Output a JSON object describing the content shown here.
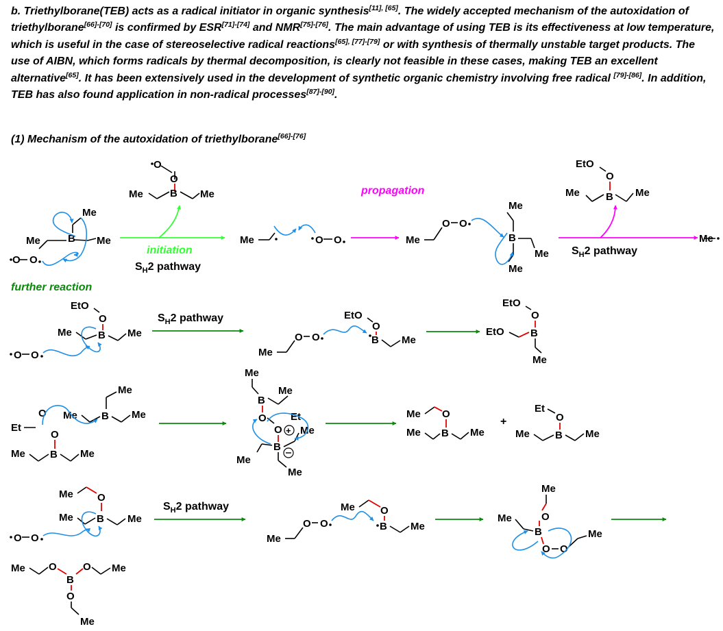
{
  "paragraph": {
    "runs": [
      {
        "t": "b. Triethylborane(TEB) acts as a radical initiator in organic synthesis"
      },
      {
        "t": "[11], [65]",
        "sup": true
      },
      {
        "t": ". The widely accepted mechanism of the autoxidation of triethylborane"
      },
      {
        "t": "[66]-[70]",
        "sup": true
      },
      {
        "t": " is confirmed by ESR"
      },
      {
        "t": "[71]-[74]",
        "sup": true
      },
      {
        "t": " and NMR"
      },
      {
        "t": "[75]-[76]",
        "sup": true
      },
      {
        "t": ". The main advantage of using TEB is its effectiveness at low temperature, which is useful in the case of stereoselective radical reactions"
      },
      {
        "t": "[65], [77]-[79]",
        "sup": true
      },
      {
        "t": " or with synthesis of thermally unstable target products. The use of AIBN, which forms radicals by thermal decomposition, is clearly not feasible in these cases, making TEB an excellent alternative"
      },
      {
        "t": "[65]",
        "sup": true
      },
      {
        "t": ". It has been extensively used in the development of synthetic organic chemistry involving free radical "
      },
      {
        "t": "[79]-[86]",
        "sup": true
      },
      {
        "t": ". In addition, TEB has also found application in non-radical processes"
      },
      {
        "t": "[87]-[90]",
        "sup": true
      },
      {
        "t": "."
      }
    ]
  },
  "heading": {
    "text": "(1) Mechanism of the autoxidation of triethylborane",
    "ref": "[66]-[76]"
  },
  "labels": {
    "initiation": "initiation",
    "propagation": "propagation",
    "further_reaction": "further reaction",
    "sh2_s": "S",
    "sh2_h": "H",
    "sh2_rest": "2 pathway",
    "plus": "+"
  },
  "atoms": {
    "me": "Me",
    "eto": "EtO",
    "et": "Et",
    "b": "B",
    "o": "O"
  },
  "colors": {
    "text": "#000000",
    "bond_b_o": "#e00000",
    "electron_arrow": "#1e8fe6",
    "initiation": "#33ff33",
    "propagation": "#ff00ff",
    "further_reaction": "#0a8a0a",
    "reaction_arrow": "#0a8a0a"
  }
}
